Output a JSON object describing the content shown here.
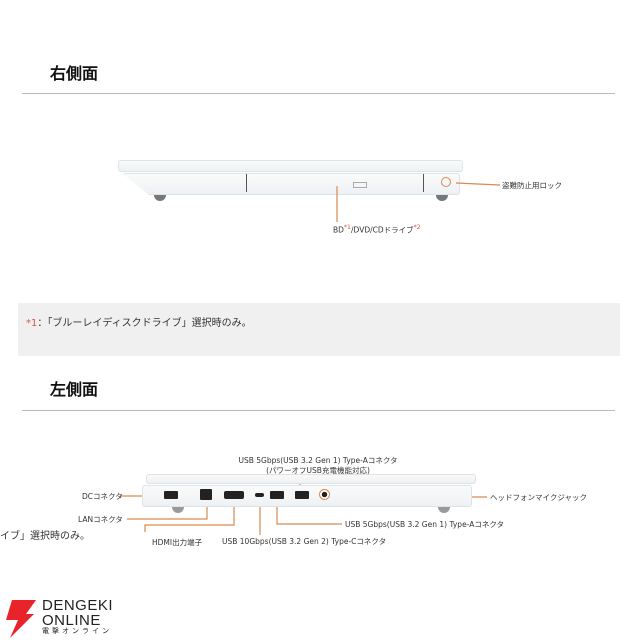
{
  "right_side": {
    "heading": "右側面",
    "labels": {
      "lock": "盗難防止用ロック",
      "drive_pre": "BD",
      "drive_mark1": "*1",
      "drive_mid": "/DVD/CDドライブ",
      "drive_mark2": "*2"
    }
  },
  "note": {
    "mark": "*1",
    "text": "：「ブルーレイディスクドライブ」選択時のみ。"
  },
  "left_side": {
    "heading": "左側面",
    "labels": {
      "usb_a_top_1": "USB 5Gbps(USB 3.2 Gen 1) Type-Aコネクタ",
      "usb_a_top_2": "(パワーオフUSB充電機能対応)",
      "dc": "DCコネクタ",
      "headphone": "ヘッドフォンマイクジャック",
      "lan": "LANコネクタ",
      "usb_a_bottom": "USB 5Gbps(USB 3.2 Gen 1) Type-Aコネクタ",
      "hdmi": "HDMI出力端子",
      "usb_c": "USB 10Gbps(USB 3.2 Gen 2) Type-Cコネクタ"
    }
  },
  "overflow_text": "イブ」選択時のみ。",
  "logo": {
    "line1": "DENGEKI",
    "line2": "ONLINE",
    "line3": "電撃オンライン"
  },
  "colors": {
    "callout": "#d98a4e",
    "note_mark": "#d9534f",
    "logo_red": "#e8232a"
  }
}
